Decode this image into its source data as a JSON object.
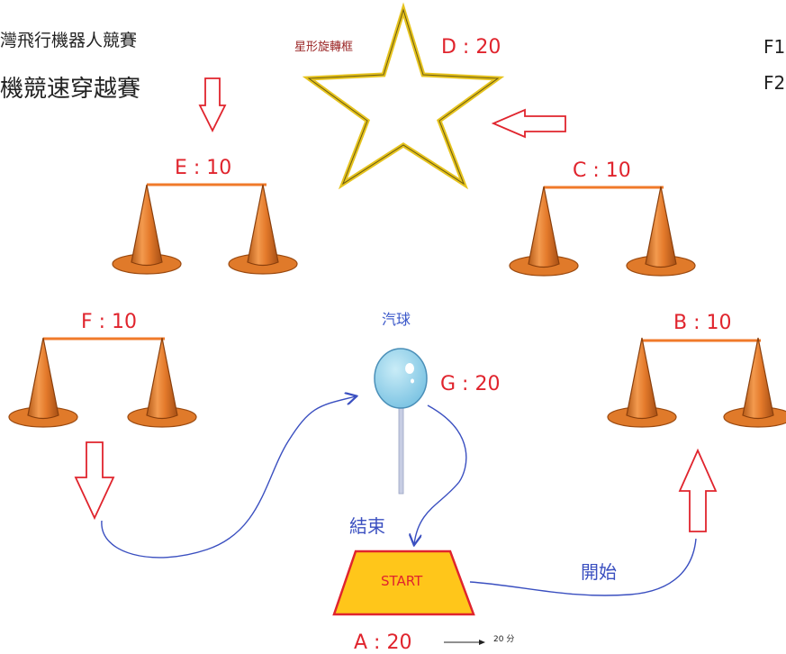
{
  "titles": {
    "line1": "灣飛行機器人競賽",
    "line2": "機競速穿越賽",
    "f1": "F1",
    "f2": "F2"
  },
  "labels": {
    "star_name": "星形旋轉框",
    "balloon_name": "汽球",
    "start": "START",
    "end": "結束",
    "begin": "開始",
    "score_note": "20 分"
  },
  "stations": {
    "a": "A : 20",
    "b": "B : 10",
    "c": "C : 10",
    "d": "D : 20",
    "e": "E : 10",
    "f": "F : 10",
    "g": "G : 20"
  },
  "colors": {
    "cone_fill": "#e97e2d",
    "cone_dark": "#a84f12",
    "bar": "#f07a2a",
    "arrow_red": "#e0242d",
    "path_blue": "#3a4fc0",
    "star_gold": "#e8c21c",
    "start_fill": "#ffc61a",
    "balloon": "#8fd0ea"
  }
}
